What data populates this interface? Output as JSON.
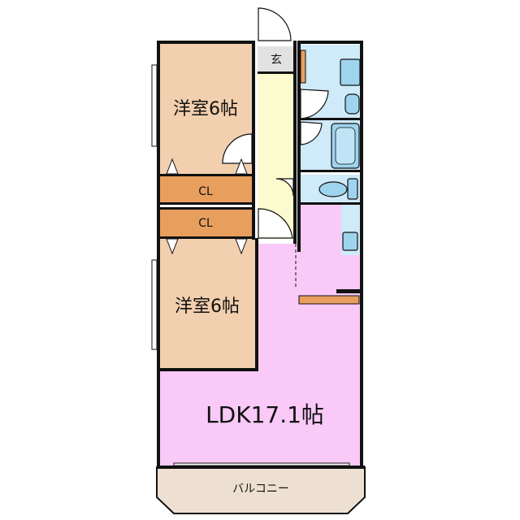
{
  "colors": {
    "western_room": "#f2cfae",
    "closet": "#e89f5e",
    "corridor": "#fbfbcf",
    "genkan": "#e2e2e2",
    "water_area": "#cfeaf8",
    "ldk": "#f9c9f8",
    "balcony": "#ede0d2",
    "wall": "#111111",
    "fixture": "#9ed4ee"
  },
  "rooms": {
    "western_upper": {
      "label": "洋室6帖"
    },
    "closet_upper": {
      "label": "CL"
    },
    "closet_lower": {
      "label": "CL"
    },
    "western_lower": {
      "label": "洋室6帖"
    },
    "ldk": {
      "label": "LDK17.1帖"
    },
    "genkan": {
      "label": "玄"
    },
    "balcony": {
      "label": "バルコニー"
    }
  }
}
